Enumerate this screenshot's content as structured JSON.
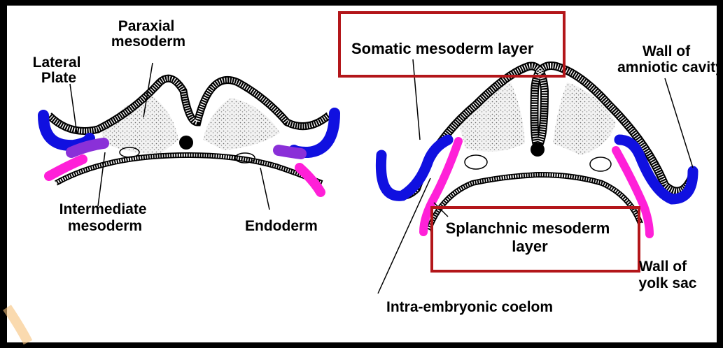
{
  "colors": {
    "background": "#000000",
    "panel": "#ffffff",
    "mesoderm_blue": "#1010e0",
    "mesoderm_magenta": "#ff20d8",
    "intermediate_purple": "#8a30d8",
    "highlight_box": "#b3161a"
  },
  "left_diagram": {
    "paraxial": [
      "Paraxial",
      "mesoderm"
    ],
    "lateral": [
      "Lateral",
      "Plate"
    ],
    "intermediate": [
      "Intermediate",
      "mesoderm"
    ],
    "endoderm": "Endoderm"
  },
  "right_diagram": {
    "somatic": "Somatic mesoderm layer",
    "amniotic": [
      "Wall of",
      "amniotic cavity"
    ],
    "splanchnic": [
      "Splanchnic mesoderm",
      "layer"
    ],
    "yolk": [
      "Wall of",
      "yolk sac"
    ],
    "coelom": "Intra-embryonic coelom"
  }
}
